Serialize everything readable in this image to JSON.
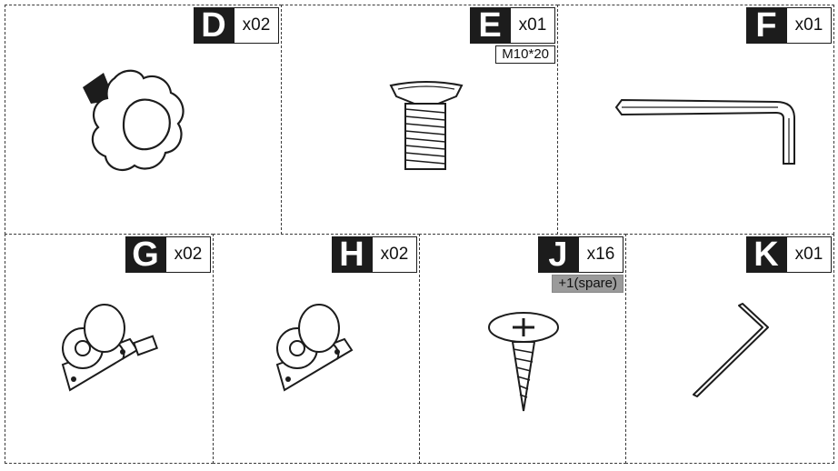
{
  "parts": [
    {
      "letter": "D",
      "qty": "x02",
      "note": "",
      "icon": "star-knob-icon"
    },
    {
      "letter": "E",
      "qty": "x01",
      "note": "M10*20",
      "icon": "flat-head-bolt-icon"
    },
    {
      "letter": "F",
      "qty": "x01",
      "note": "",
      "icon": "large-allen-key-icon"
    },
    {
      "letter": "G",
      "qty": "x02",
      "note": "",
      "icon": "caster-wheel-icon"
    },
    {
      "letter": "H",
      "qty": "x02",
      "note": "",
      "icon": "caster-wheel-icon"
    },
    {
      "letter": "J",
      "qty": "x16",
      "note": "+1(spare)",
      "icon": "wood-screw-icon"
    },
    {
      "letter": "K",
      "qty": "x01",
      "note": "",
      "icon": "small-allen-key-icon"
    }
  ],
  "colors": {
    "label_bg": "#1c1c1c",
    "spare_bg": "#9a9a9a",
    "border": "#3a3a3a"
  }
}
